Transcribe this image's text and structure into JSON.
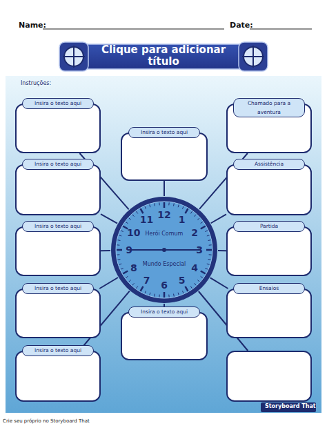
{
  "diagram": {
    "title": "Clique para adicionar título",
    "nodes": [
      {
        "text": [
          "Insira o texto aqui"
        ]
      },
      {
        "text": [
          "Chamado para a aventura"
        ]
      },
      {
        "text": [
          "Insira o texto aqui"
        ]
      },
      {
        "text": [
          "Insira o texto aqui"
        ]
      },
      {
        "text": [
          "Assistência"
        ]
      },
      {
        "text": [
          "12",
          "1",
          "2",
          "3",
          "4",
          "5",
          "6",
          "7",
          "8",
          "9",
          "10",
          "11",
          "Herói Comum",
          "Mundo Especial"
        ]
      },
      {
        "text": [
          "Insira o texto aqui"
        ]
      },
      {
        "text": [
          "Partida"
        ]
      },
      {
        "text": [
          "Insira o texto aqui"
        ]
      },
      {
        "text": [
          "Insira o texto aqui"
        ]
      },
      {
        "text": [
          "Ensaios"
        ]
      },
      {
        "text": [
          "Insira o texto aqui"
        ]
      },
      {
        "text": []
      }
    ],
    "edges": [
      {
        "from": 5,
        "to": 0,
        "arrow": "none"
      },
      {
        "from": 5,
        "to": 1,
        "arrow": "none"
      },
      {
        "from": 5,
        "to": 2,
        "arrow": "none"
      },
      {
        "from": 5,
        "to": 3,
        "arrow": "none"
      },
      {
        "from": 5,
        "to": 4,
        "arrow": "none"
      },
      {
        "from": 5,
        "to": 6,
        "arrow": "none"
      },
      {
        "from": 5,
        "to": 7,
        "arrow": "none"
      },
      {
        "from": 5,
        "to": 8,
        "arrow": "none"
      },
      {
        "from": 5,
        "to": 9,
        "arrow": "none"
      },
      {
        "from": 5,
        "to": 10,
        "arrow": "none"
      },
      {
        "from": 5,
        "to": 11,
        "arrow": "none"
      },
      {
        "from": 5,
        "to": 12,
        "arrow": "none"
      }
    ],
    "labels": [
      "Name:",
      "Date:",
      "Instruções:",
      "Storyboard That",
      "Crie seu próprio no Storyboard That"
    ]
  }
}
